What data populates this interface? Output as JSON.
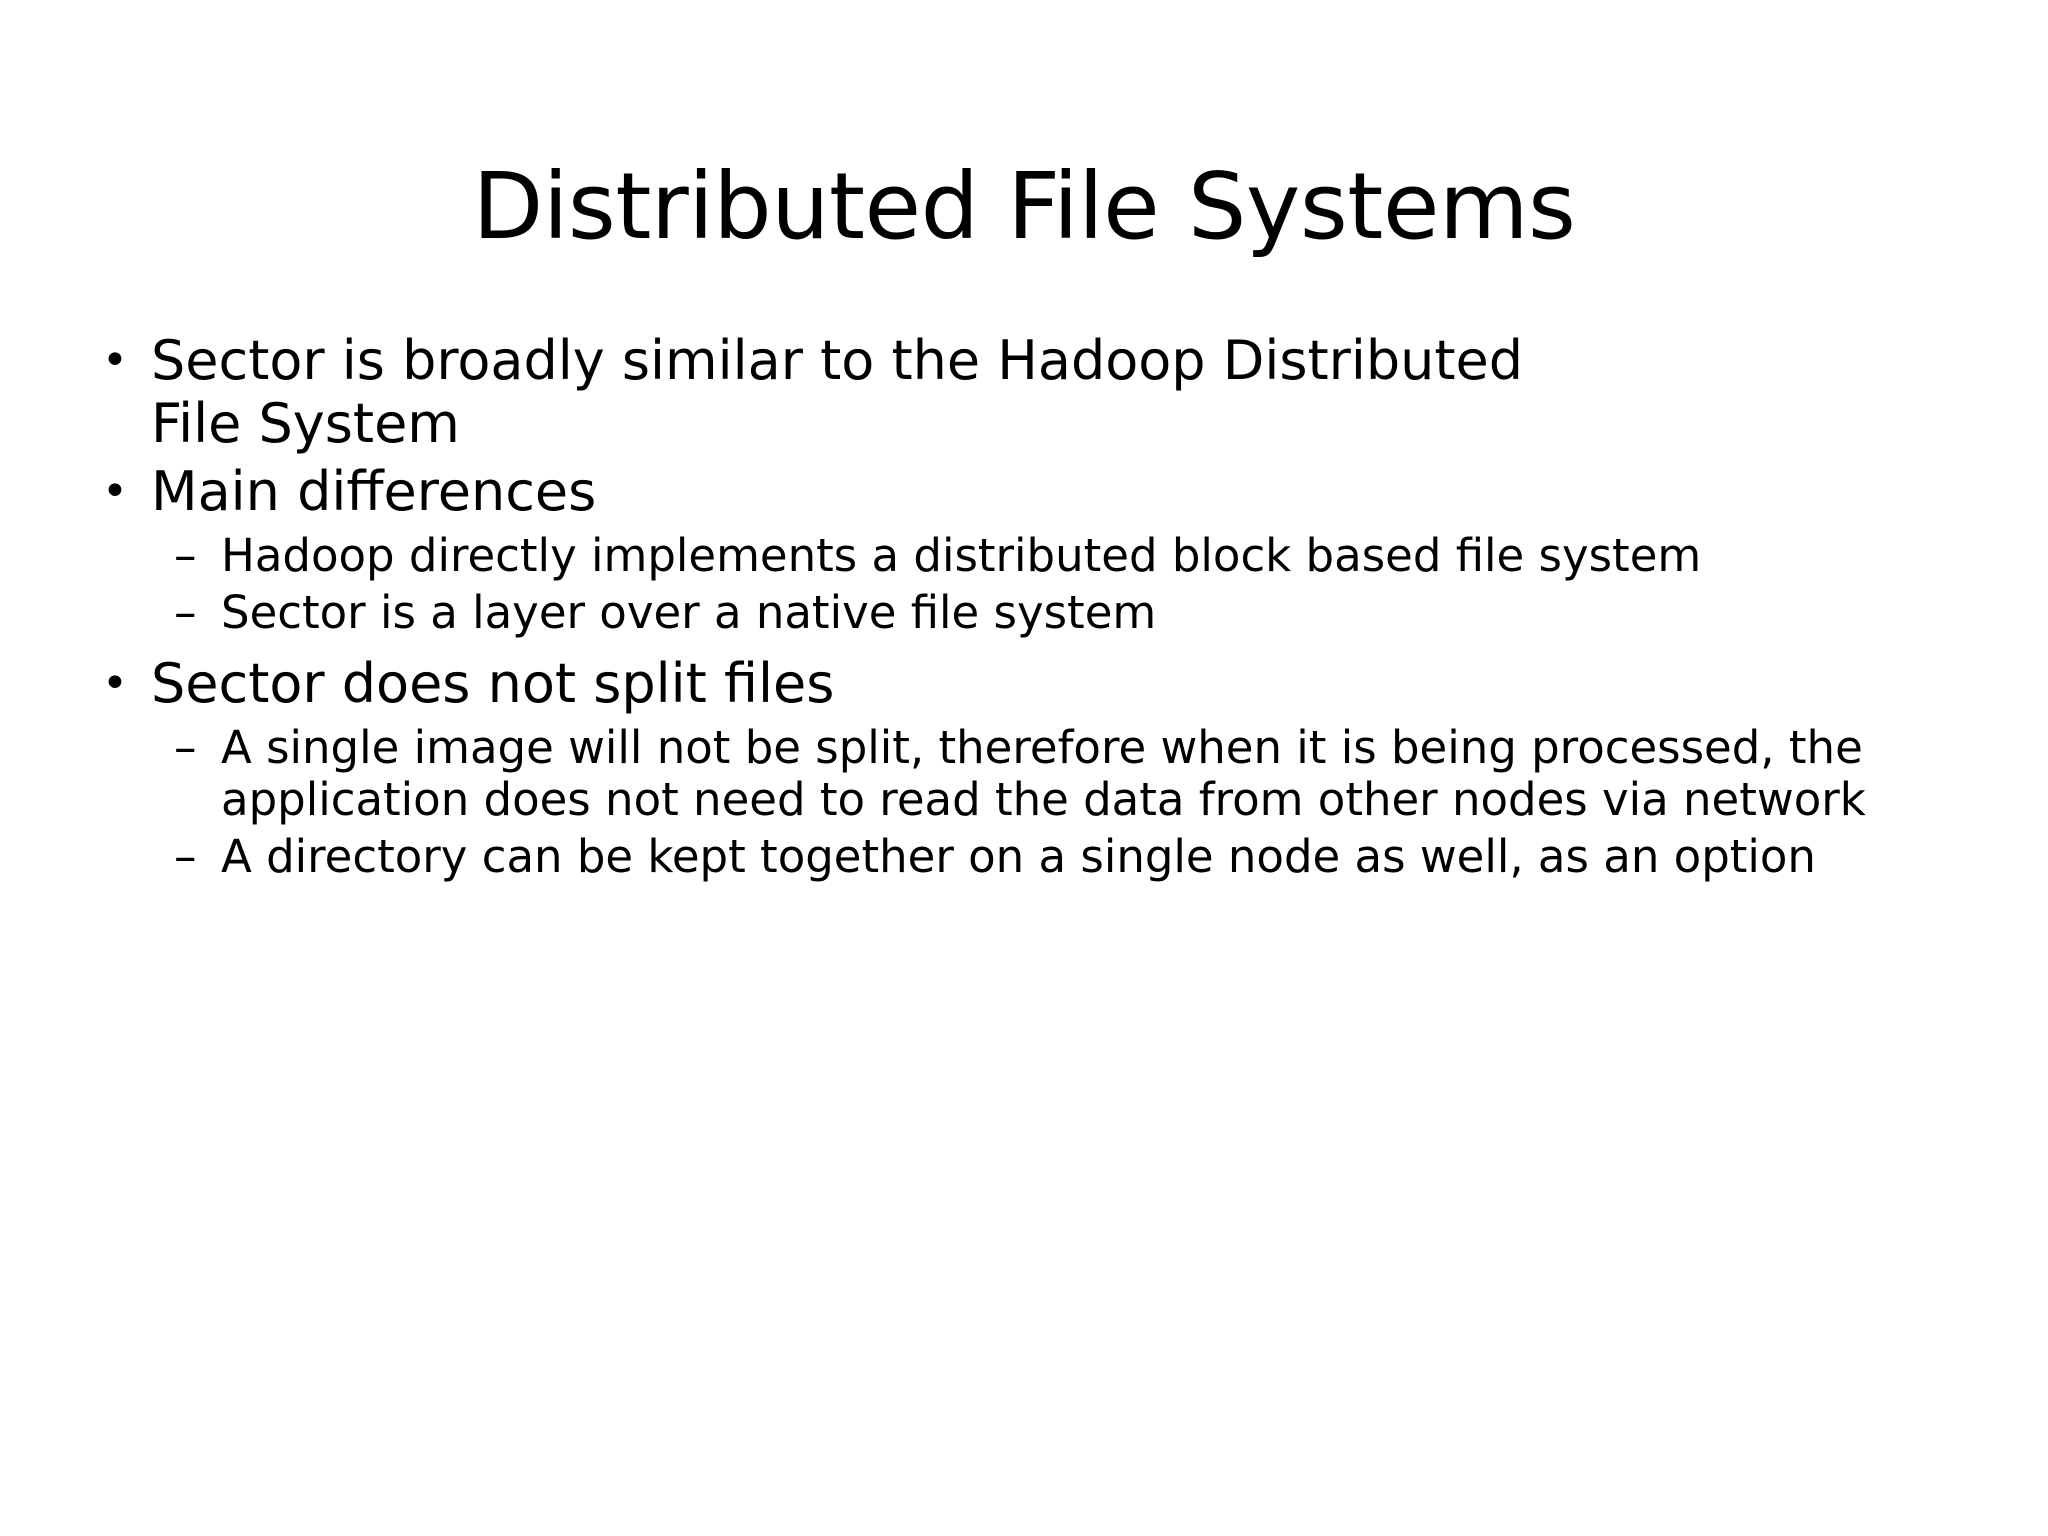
{
  "slide": {
    "title": "Distributed File Systems",
    "background_color": "#FFFFFF",
    "text_color": "#000000",
    "bullet_marker_level1": "•",
    "bullet_marker_level2": "–",
    "content": [
      {
        "level": 1,
        "text": "Sector is broadly similar to the Hadoop Distributed File System"
      },
      {
        "level": 1,
        "text": "Main differences"
      },
      {
        "level": 2,
        "text": "Hadoop directly implements a distributed block based file system"
      },
      {
        "level": 2,
        "text": "Sector is a layer over a native file system"
      },
      {
        "level": 1,
        "text": "Sector does not split files"
      },
      {
        "level": 2,
        "text": "A single image will not be split, therefore when it is being processed, the application does not need to read the data from other nodes via network"
      },
      {
        "level": 2,
        "text": "A directory can be kept together on a single node as well, as an option"
      }
    ]
  }
}
